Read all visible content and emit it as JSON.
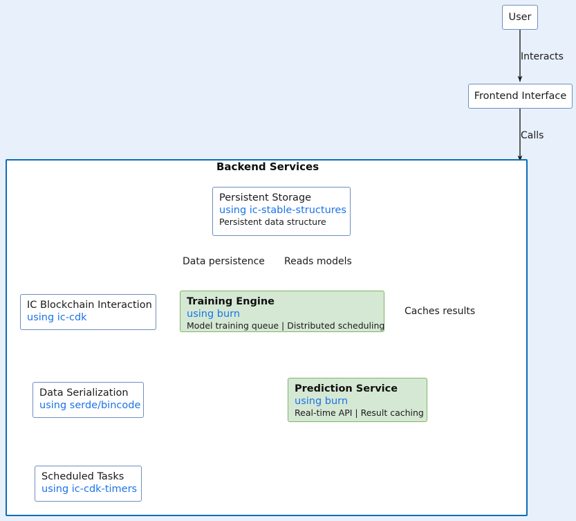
{
  "diagram": {
    "title": "Backend Services",
    "background_color": "#e8f1fb",
    "node_border_color": "#6c8ebf",
    "green_fill_color": "#d5e8d4",
    "green_border_color": "#82b366",
    "cluster_border_color": "#0b6cb5",
    "library_text_color": "#1a73e8"
  },
  "nodes": {
    "user": {
      "label": "User"
    },
    "frontend": {
      "label": "Frontend Interface"
    },
    "persistent_storage": {
      "label": "Persistent Storage",
      "library": "using ic-stable-structures",
      "detail": "Persistent data structure"
    },
    "ic_blockchain": {
      "label": "IC Blockchain Interaction",
      "library": "using ic-cdk"
    },
    "data_serialization": {
      "label": "Data Serialization",
      "library": "using serde/bincode"
    },
    "scheduled_tasks": {
      "label": "Scheduled Tasks",
      "library": "using ic-cdk-timers"
    },
    "training_engine": {
      "label": "Training Engine",
      "library": "using burn",
      "detail": "Model training queue | Distributed scheduling"
    },
    "prediction_service": {
      "label": "Prediction Service",
      "library": "using burn",
      "detail": "Real-time API | Result caching"
    }
  },
  "edges": [
    {
      "from": "user",
      "to": "frontend",
      "label": "Interacts",
      "style": "solid"
    },
    {
      "from": "frontend",
      "to": "backend_services",
      "label": "Calls",
      "style": "solid"
    },
    {
      "from": "persistent_storage",
      "to": "ic_blockchain",
      "label": "Data persistence",
      "style": "solid"
    },
    {
      "from": "persistent_storage",
      "to": "training_engine",
      "label": "",
      "style": "solid"
    },
    {
      "from": "training_engine",
      "to": "persistent_storage",
      "label": "Reads models",
      "style": "dashed"
    },
    {
      "from": "training_engine",
      "to": "prediction_service",
      "label": "",
      "style": "solid"
    },
    {
      "from": "prediction_service",
      "to": "persistent_storage",
      "label": "Caches results",
      "style": "dashed"
    },
    {
      "from": "ic_blockchain",
      "to": "data_serialization",
      "label": "",
      "style": "solid"
    },
    {
      "from": "data_serialization",
      "to": "scheduled_tasks",
      "label": "",
      "style": "solid"
    }
  ],
  "edge_labels": {
    "interacts": "Interacts",
    "calls": "Calls",
    "data_persistence": "Data persistence",
    "reads_models": "Reads models",
    "caches_results": "Caches results"
  }
}
